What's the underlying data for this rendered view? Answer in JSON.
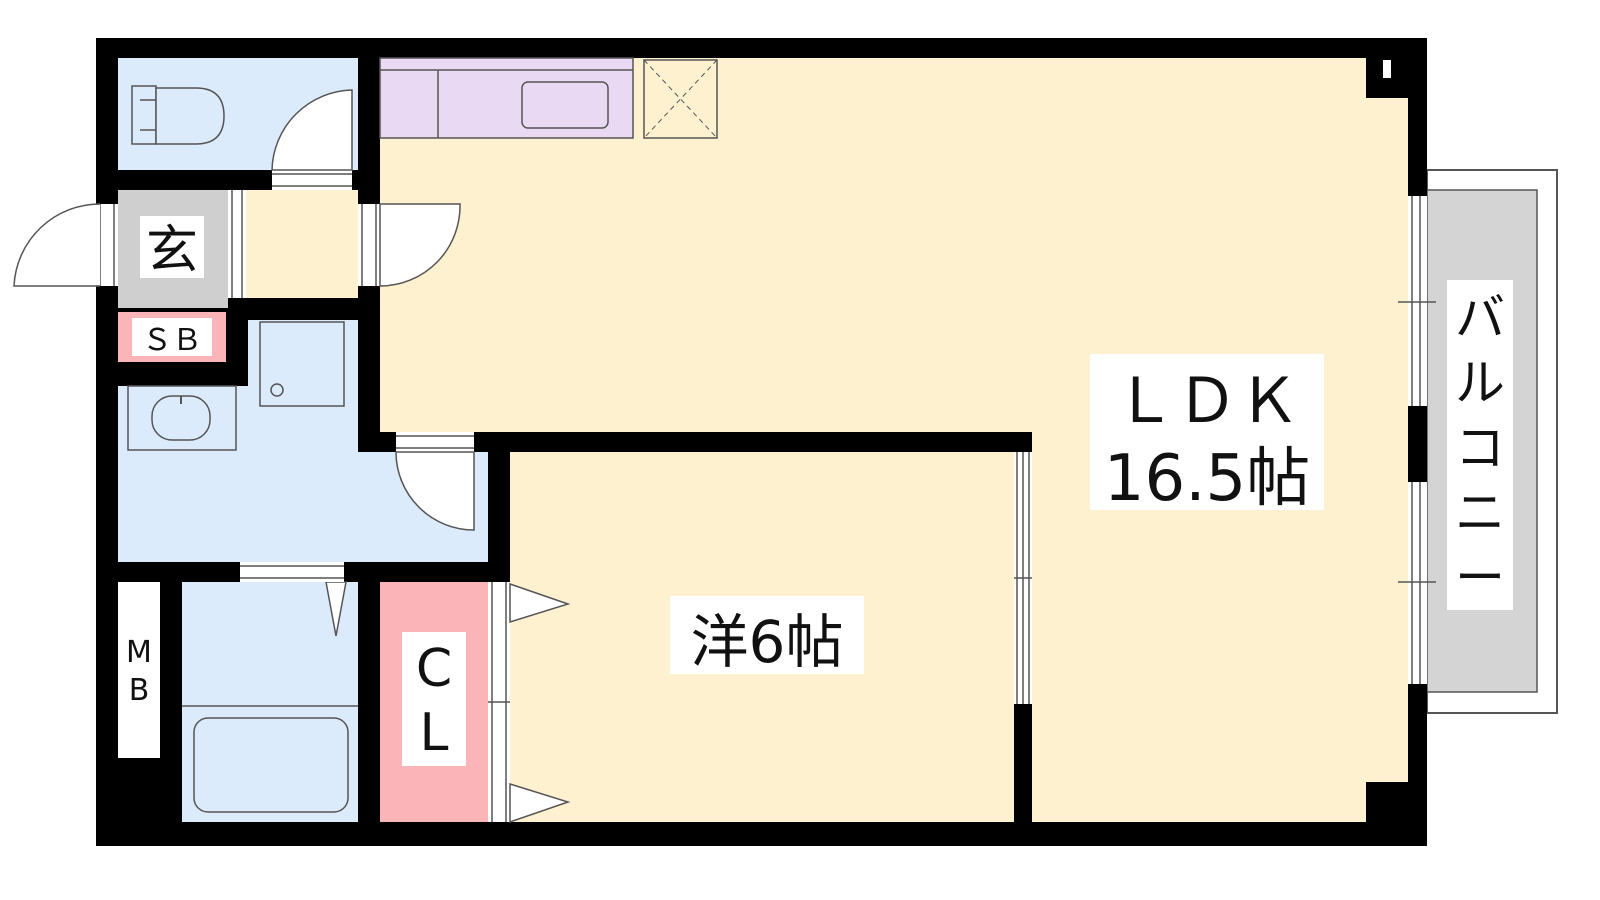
{
  "labels": {
    "entrance": "玄",
    "shoe_box": "ＳＢ",
    "meter_box_line1": "M",
    "meter_box_line2": "B",
    "closet_line1": "C",
    "closet_line2": "L",
    "ldk_line1": "ＬＤＫ",
    "ldk_line2": "16.5帖",
    "western_room": "洋6帖",
    "balcony": [
      "バ",
      "ル",
      "コ",
      "ニ",
      "ー"
    ]
  },
  "colors": {
    "wall": "#000000",
    "living_floor": "#fdf1cf",
    "wet_area": "#dcebfb",
    "kitchen": "#ead9f3",
    "closet": "#fbb4b8",
    "entrance": "#cfcfcf",
    "balcony": "#d4d4d4"
  }
}
